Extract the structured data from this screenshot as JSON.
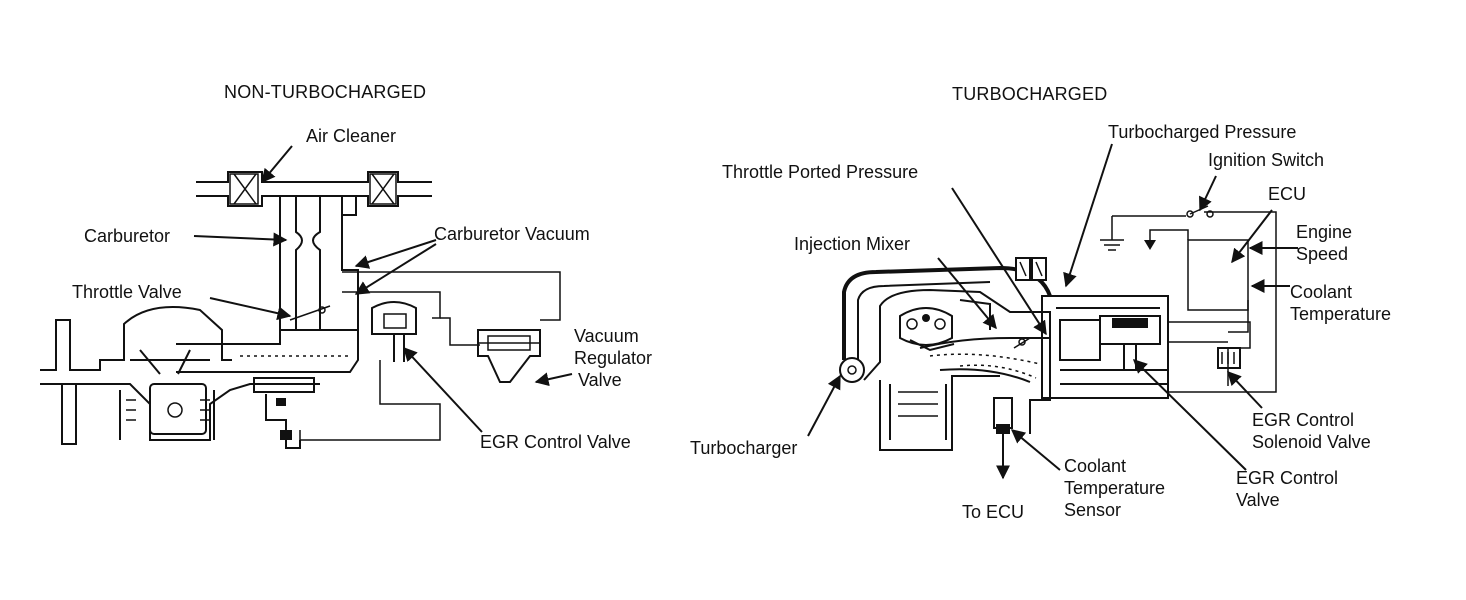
{
  "left": {
    "title": "NON-TURBOCHARGED",
    "labels": {
      "air_cleaner": "Air Cleaner",
      "carburetor": "Carburetor",
      "carburetor_vacuum": "Carburetor Vacuum",
      "throttle_valve": "Throttle Valve",
      "vacuum_regulator_1": "Vacuum",
      "vacuum_regulator_2": "Regulator",
      "vacuum_regulator_3": "Valve",
      "egr_control_valve": "EGR Control Valve"
    }
  },
  "right": {
    "title": "TURBOCHARGED",
    "labels": {
      "turbocharged_pressure": "Turbocharged Pressure",
      "ignition_switch": "Ignition Switch",
      "throttle_ported_pressure": "Throttle Ported Pressure",
      "ecu": "ECU",
      "engine_speed_1": "Engine",
      "engine_speed_2": "Speed",
      "injection_mixer": "Injection Mixer",
      "coolant_temperature_1": "Coolant",
      "coolant_temperature_2": "Temperature",
      "egr_solenoid_1": "EGR Control",
      "egr_solenoid_2": "Solenoid Valve",
      "turbocharger": "Turbocharger",
      "coolant_sensor_1": "Coolant",
      "coolant_sensor_2": "Temperature",
      "coolant_sensor_3": "Sensor",
      "egr_valve_1": "EGR Control",
      "egr_valve_2": "Valve",
      "to_ecu": "To ECU"
    }
  }
}
